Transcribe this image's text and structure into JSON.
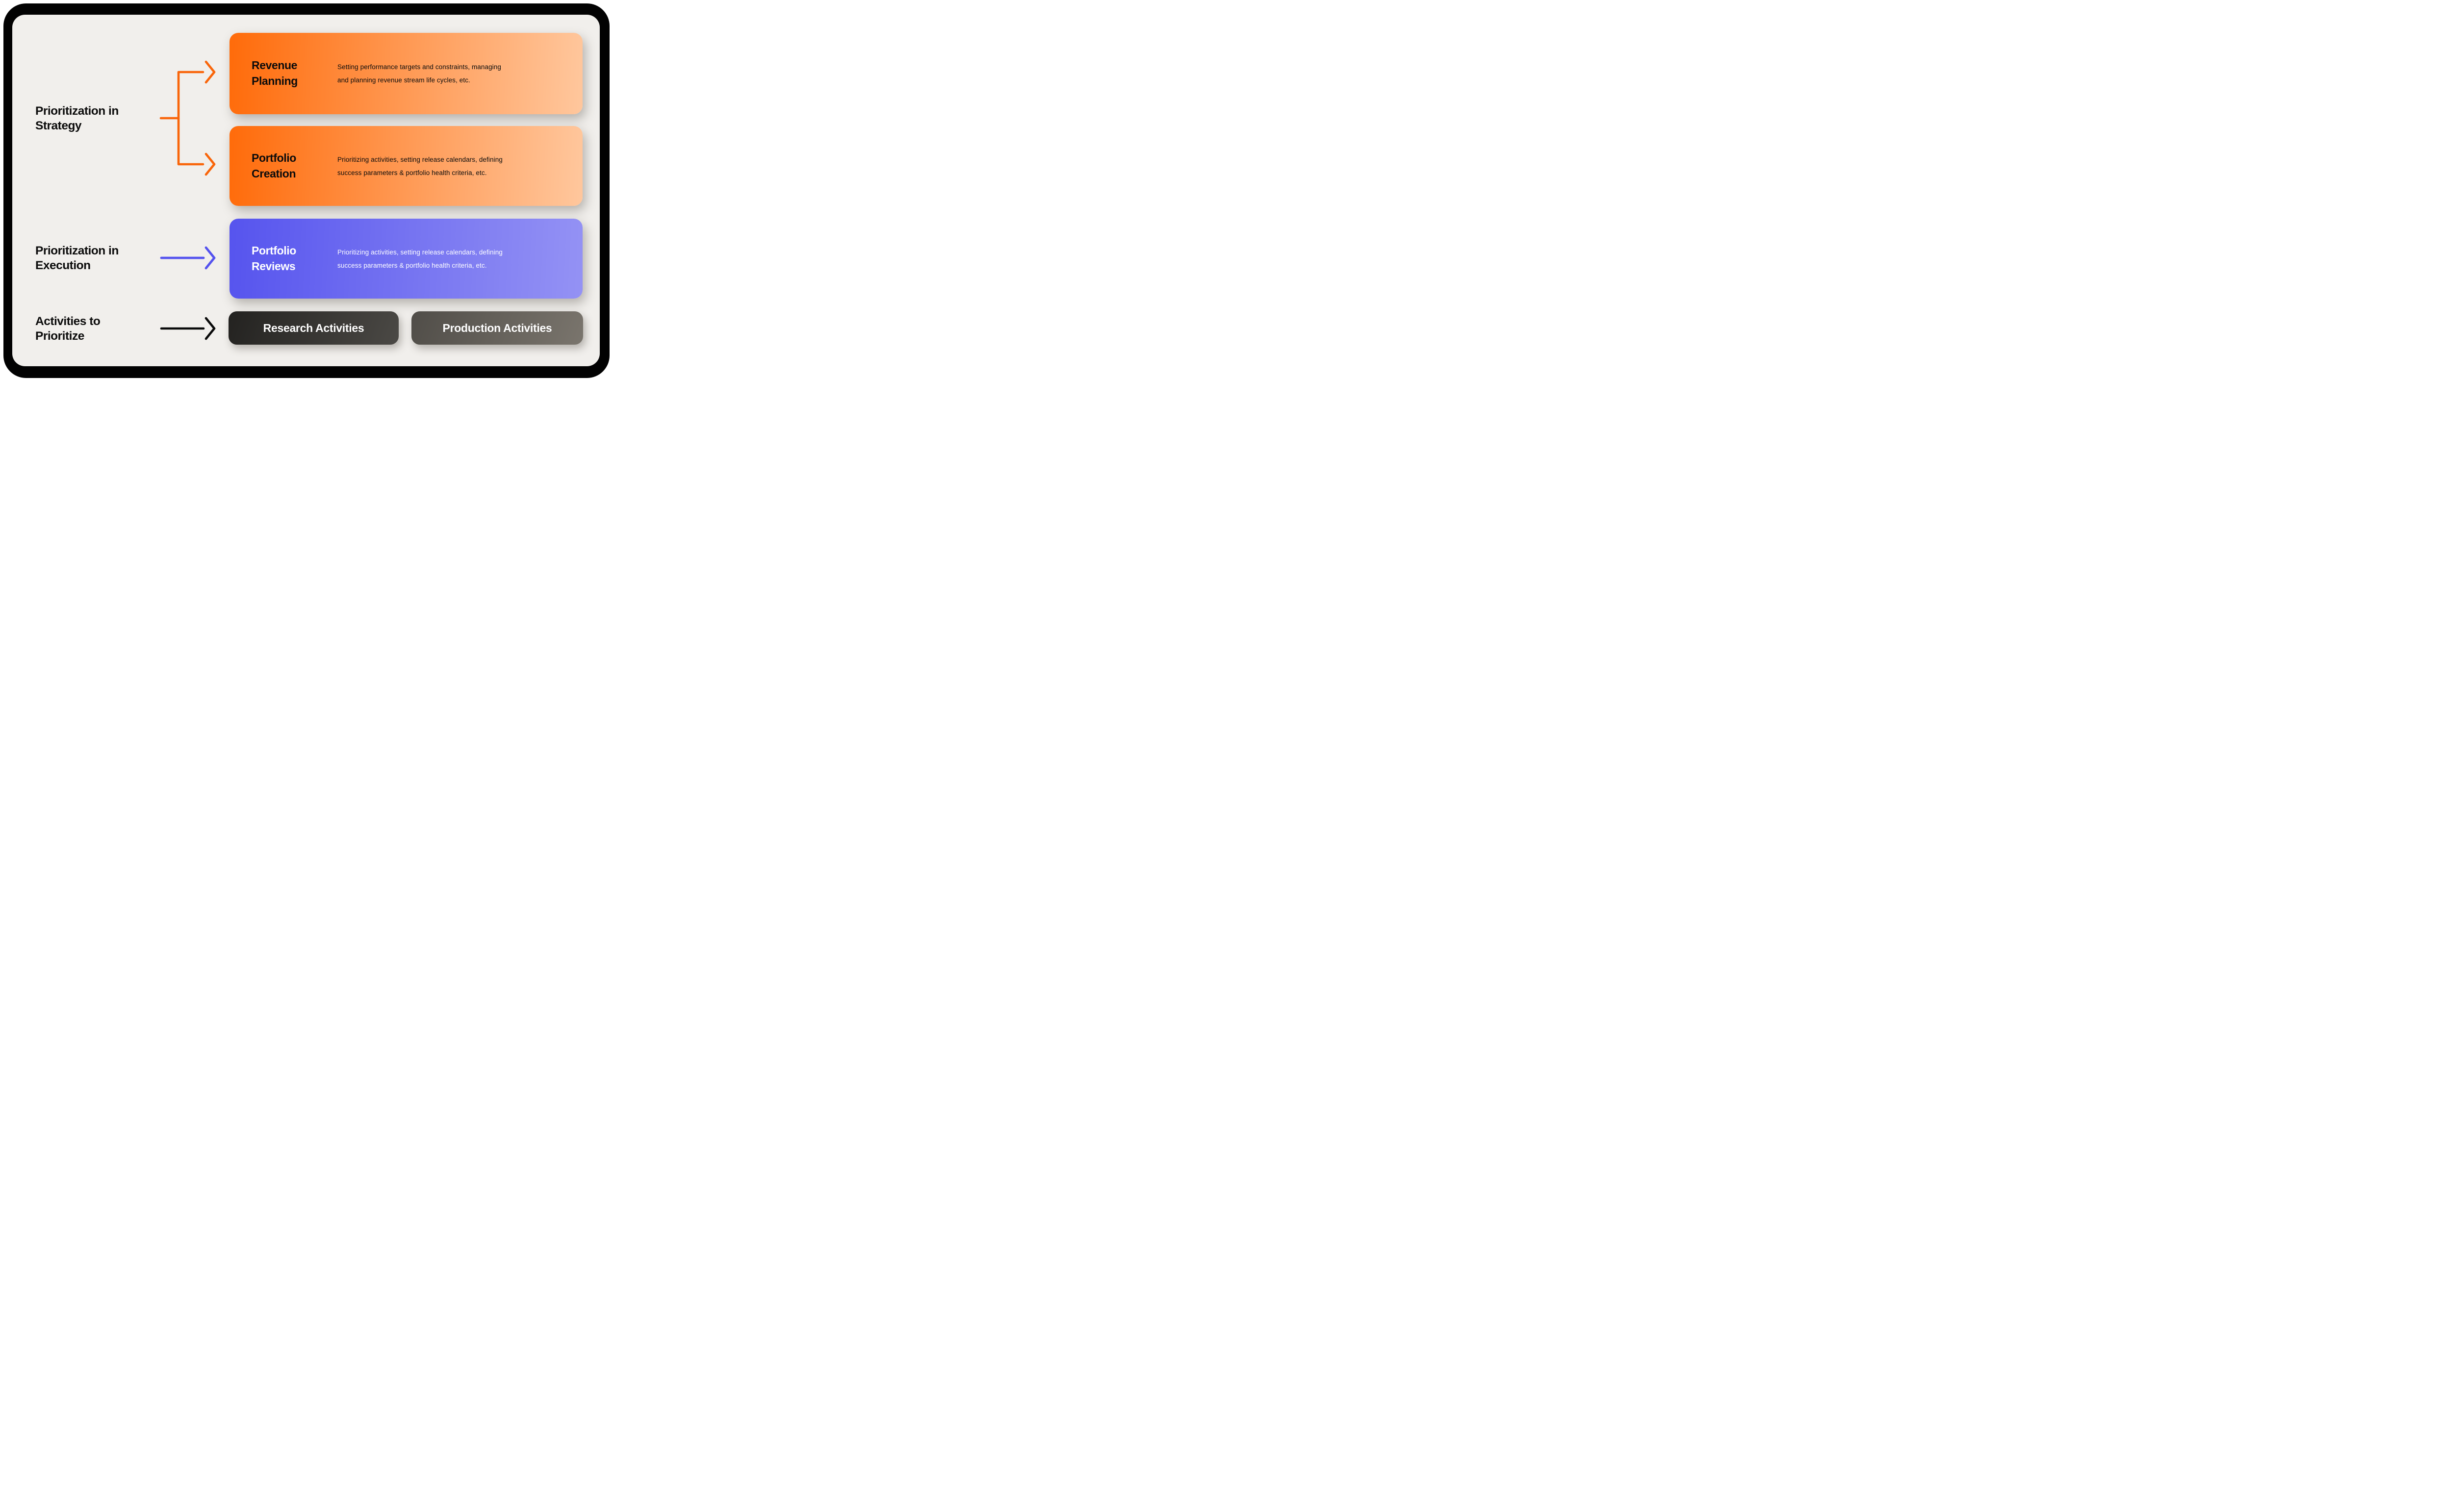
{
  "colors": {
    "page_bg": "#FFFFFF",
    "frame": "#020202",
    "panel_bg": "#F1EFEC",
    "text_dark": "#0B0B0B",
    "text_light": "#FFFFFF",
    "orange_start": "#FF6B0A",
    "orange_end": "#FFC79D",
    "purple_start": "#5654EE",
    "purple_end": "#9492F4",
    "dark1_start": "#232220",
    "dark1_end": "#4B4945",
    "dark2_start": "#504D48",
    "dark2_end": "#7A756D",
    "arrow_orange": "#F9650A",
    "arrow_blue": "#5452EE",
    "arrow_black": "#0A0A0A"
  },
  "labels": {
    "strategy": "Prioritization in\nStrategy",
    "execution": "Prioritization in\nExecution",
    "activities": "Activities to\nPrioritize"
  },
  "icons": {
    "strategy_arrow": "orange-branching-right-arrow",
    "execution_arrow": "blue-right-arrow",
    "activities_arrow": "black-right-arrow"
  },
  "cards": [
    {
      "title": "Revenue\nPlanning",
      "body": "Setting performance targets and constraints, managing\nand planning revenue stream life cycles, etc.",
      "theme": "orange"
    },
    {
      "title": "Portfolio\nCreation",
      "body": "Prioritizing activities, setting release calendars, defining\nsuccess parameters & portfolio health criteria, etc.",
      "theme": "orange"
    },
    {
      "title": "Portfolio\nReviews",
      "body": "Prioritizing activities, setting release calendars, defining\nsuccess parameters & portfolio health criteria, etc.",
      "theme": "purple"
    }
  ],
  "buttons": [
    {
      "label": "Research Activities"
    },
    {
      "label": "Production Activities"
    }
  ]
}
